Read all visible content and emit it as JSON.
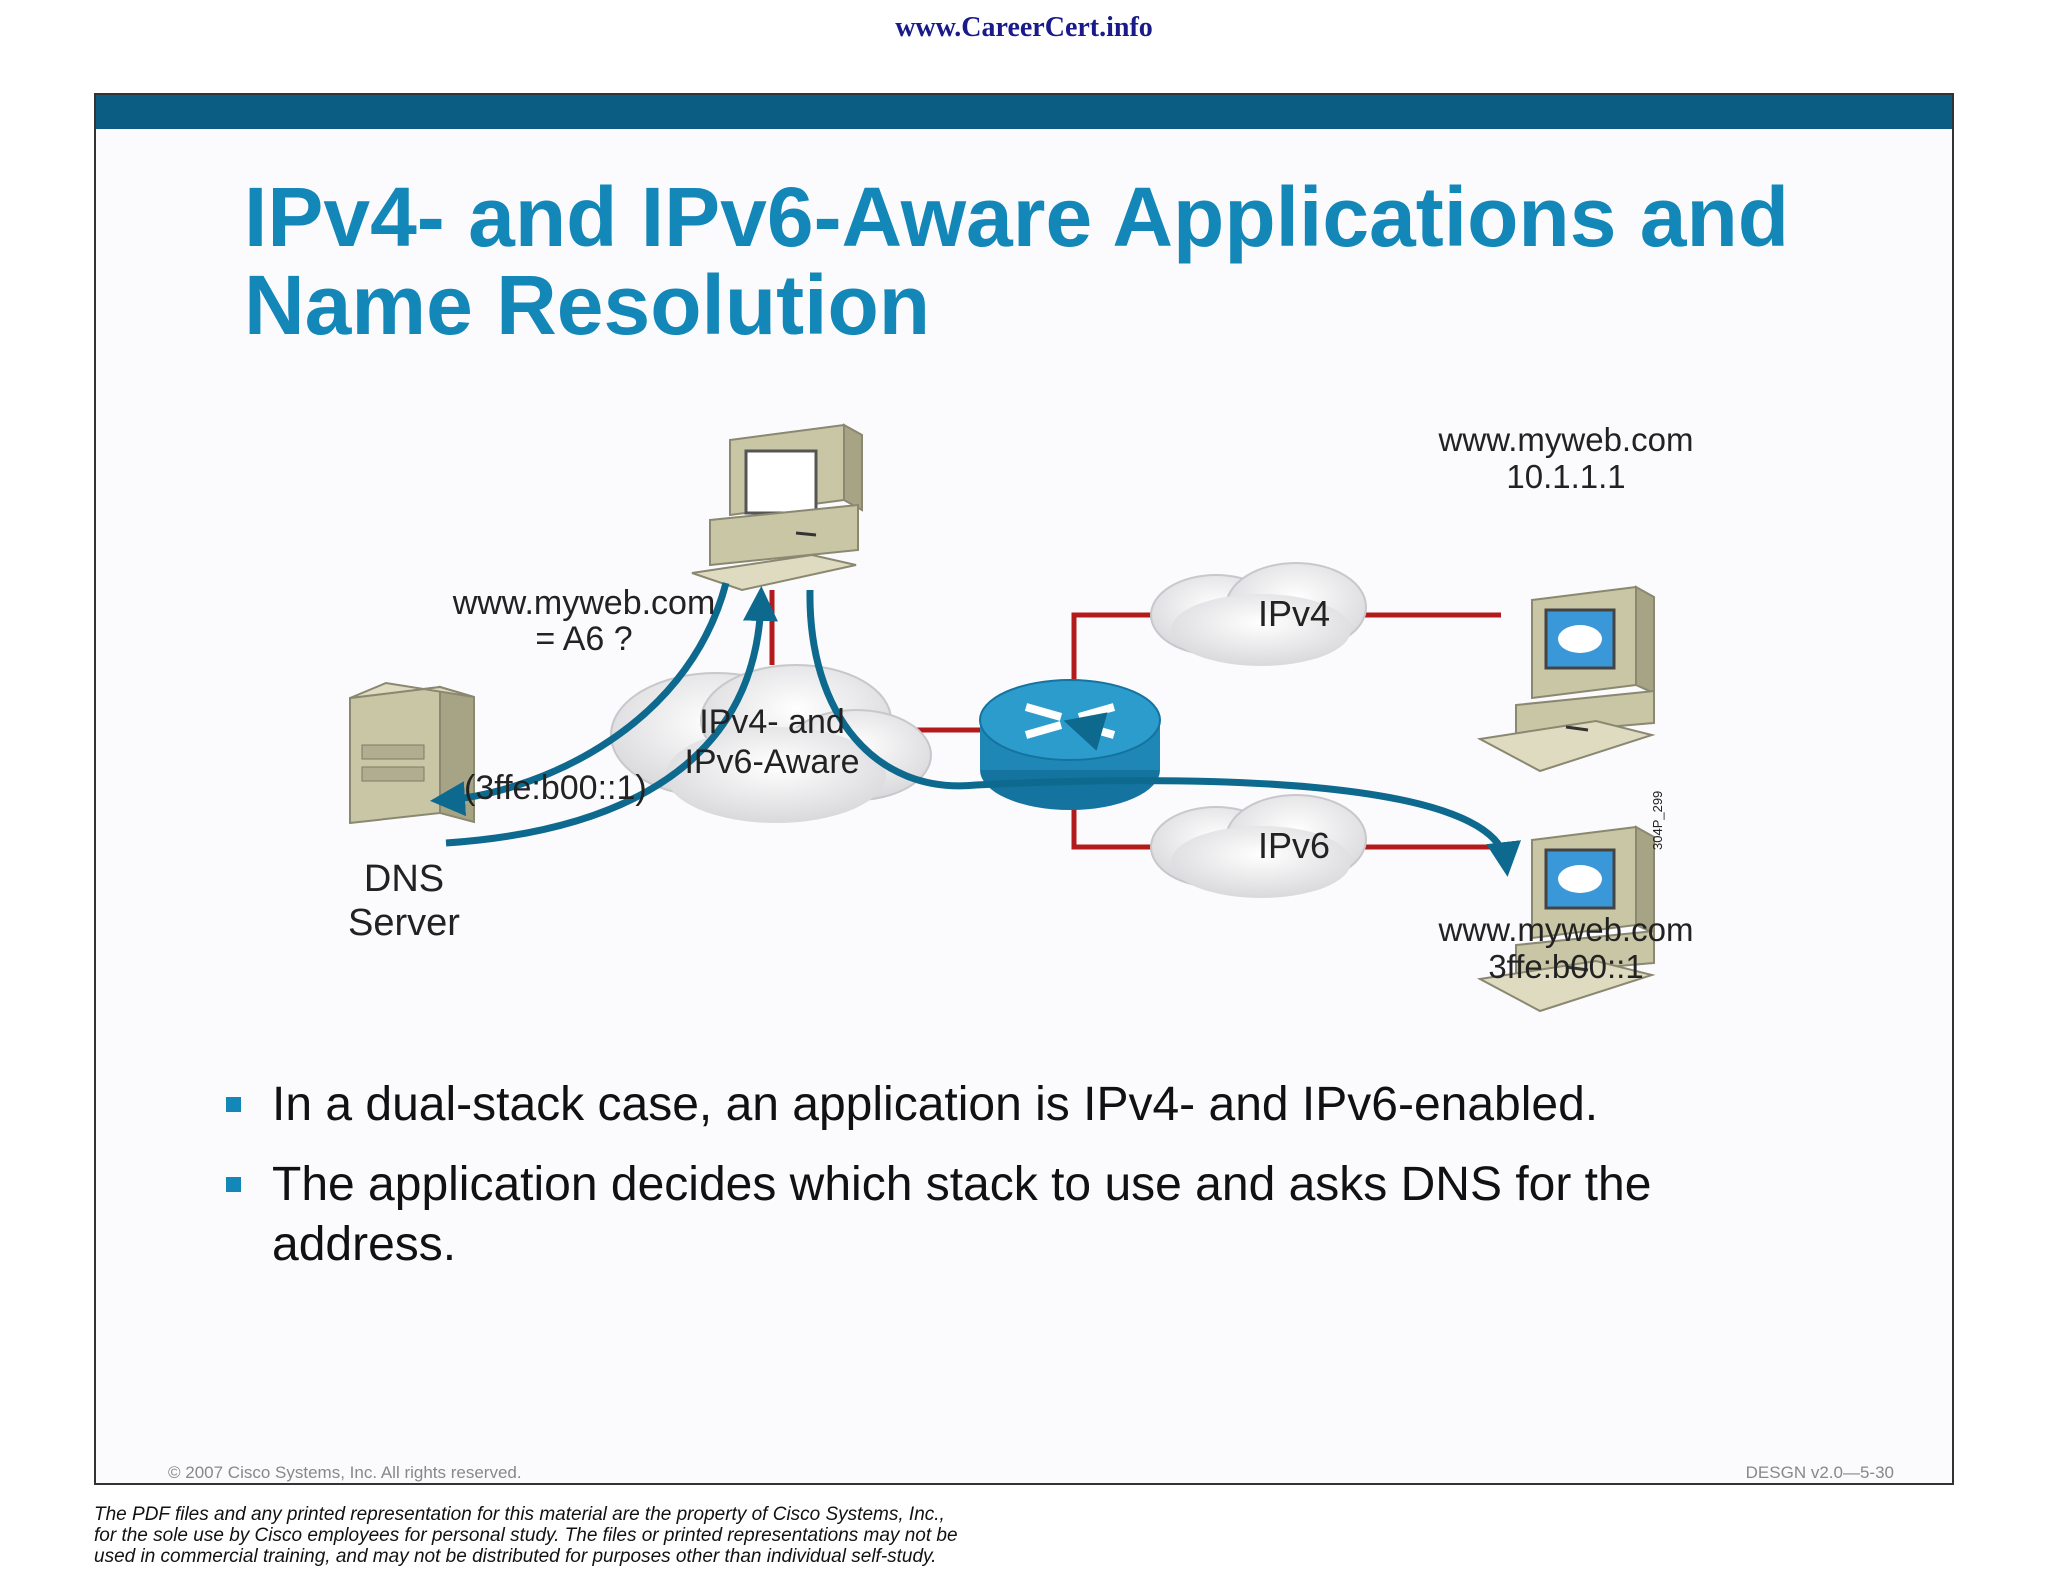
{
  "header": {
    "site": "www.CareerCert.info"
  },
  "slide": {
    "title_line1": "IPv4- and IPv6-Aware Applications and",
    "title_line2": "Name Resolution",
    "bullets": [
      "In a dual-stack case, an application is IPv4- and IPv6-enabled.",
      "The application decides which stack to use and asks DNS for the address."
    ],
    "copyright": "© 2007 Cisco Systems, Inc. All rights reserved.",
    "course_code": "DESGN v2.0—5-30"
  },
  "diagram": {
    "query_line1": "www.myweb.com",
    "query_line2": "= A6 ?",
    "answer": "(3ffe:b00::1)",
    "dns_line1": "DNS",
    "dns_line2": "Server",
    "app_cloud_line1": "IPv4- and",
    "app_cloud_line2": "IPv6-Aware",
    "ipv4_cloud": "IPv4",
    "ipv6_cloud": "IPv6",
    "host_v4_name": "www.myweb.com",
    "host_v4_addr": "10.1.1.1",
    "host_v6_name": "www.myweb.com",
    "host_v6_addr": "3ffe:b00::1",
    "figure_id": "304P_299",
    "colors": {
      "link": "#b31b1b",
      "arrow": "#0d6a8e",
      "router": "#1f87b5"
    }
  },
  "disclaimer": {
    "line1": "The PDF files and any printed representation for this material are the property of Cisco Systems, Inc.,",
    "line2": "for the sole use by Cisco employees for personal study. The files or printed representations may not be",
    "line3": "used in commercial training, and may not be distributed for purposes other than individual self-study."
  }
}
